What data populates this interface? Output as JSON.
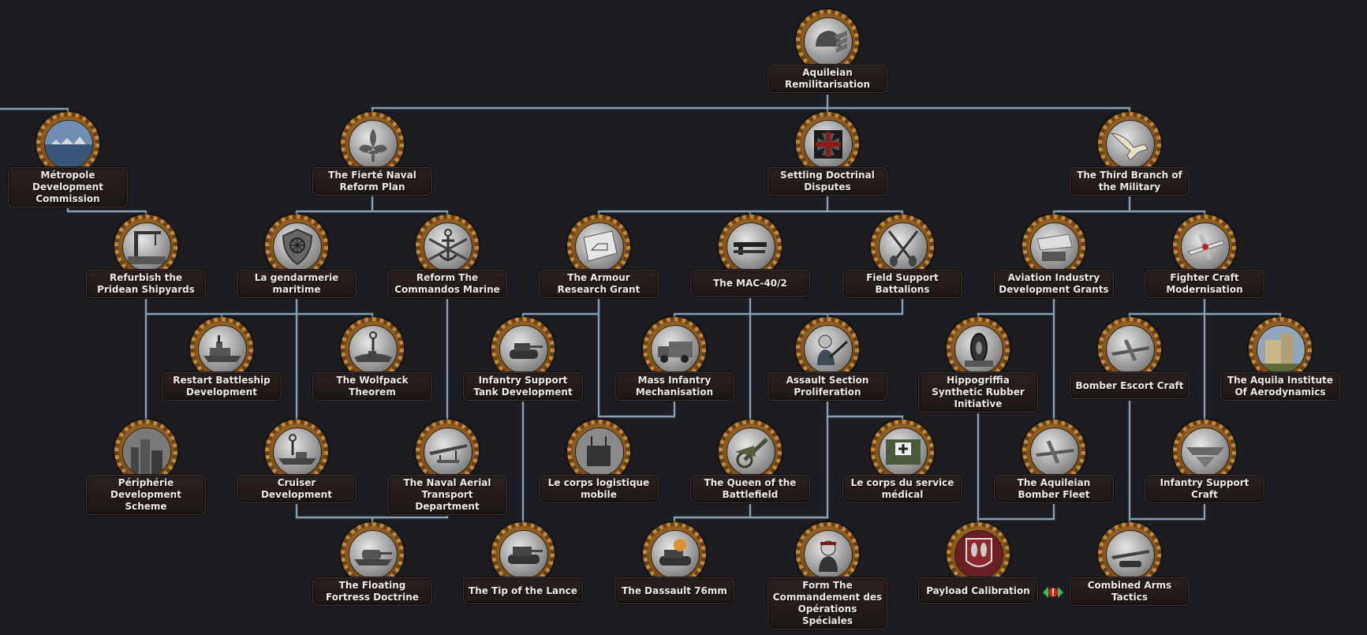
{
  "colors": {
    "background": "#1b1d22",
    "connector": "#8aa0b6",
    "medal_gold": "#c48a3a",
    "label_bg": "#2a2220",
    "label_text": "#f1ece2"
  },
  "foci": [
    {
      "id": "aquileian_remilitarisation",
      "label": "Aquileian Remilitarisation",
      "icon": "helmet-icon"
    },
    {
      "id": "metropole_development",
      "label": "Métropole Development Commission",
      "icon": "harbor-city-icon"
    },
    {
      "id": "fierte_naval_reform",
      "label": "The Fierté Naval Reform Plan",
      "icon": "fleur-de-lis-icon"
    },
    {
      "id": "settling_doctrinal",
      "label": "Settling Doctrinal Disputes",
      "icon": "iron-cross-icon"
    },
    {
      "id": "third_branch",
      "label": "The Third Branch of the Military",
      "icon": "eagle-icon"
    },
    {
      "id": "refurbish_pridean",
      "label": "Refurbish the Pridean Shipyards",
      "icon": "crane-icon"
    },
    {
      "id": "gendarmerie",
      "label": "La gendarmerie maritime",
      "icon": "shield-wheel-icon"
    },
    {
      "id": "reform_commandos",
      "label": "Reform The Commandos Marine",
      "icon": "anchor-rifles-icon"
    },
    {
      "id": "armour_research",
      "label": "The Armour Research Grant",
      "icon": "blueprint-icon"
    },
    {
      "id": "mac_40",
      "label": "The MAC-40/2",
      "icon": "machine-gun-icon"
    },
    {
      "id": "field_support",
      "label": "Field Support Battalions",
      "icon": "shovels-icon"
    },
    {
      "id": "aviation_grants",
      "label": "Aviation Industry Development Grants",
      "icon": "factory-icon"
    },
    {
      "id": "fighter_modern",
      "label": "Fighter Craft Modernisation",
      "icon": "fighter-plane-icon"
    },
    {
      "id": "restart_battleship",
      "label": "Restart Battleship Development",
      "icon": "battleship-icon"
    },
    {
      "id": "wolfpack",
      "label": "The Wolfpack Theorem",
      "icon": "submarine-icon"
    },
    {
      "id": "infantry_tank",
      "label": "Infantry Support Tank Development",
      "icon": "tank-icon"
    },
    {
      "id": "mass_mech",
      "label": "Mass Infantry Mechanisation",
      "icon": "truck-icon"
    },
    {
      "id": "assault_section",
      "label": "Assault Section Proliferation",
      "icon": "soldier-icon"
    },
    {
      "id": "hippogriffia",
      "label": "Hippogriffia Synthetic Rubber Initiative",
      "icon": "tire-icon"
    },
    {
      "id": "bomber_escort",
      "label": "Bomber Escort Craft",
      "icon": "escort-plane-icon"
    },
    {
      "id": "aquila_institute",
      "label": "The Aquila Institute Of Aerodynamics",
      "icon": "institute-icon"
    },
    {
      "id": "peripherie",
      "label": "Périphérie Development Scheme",
      "icon": "skyline-icon"
    },
    {
      "id": "cruiser",
      "label": "Cruiser Development",
      "icon": "cruiser-icon"
    },
    {
      "id": "naval_aerial",
      "label": "The Naval Aerial Transport Department",
      "icon": "seaplane-icon"
    },
    {
      "id": "corps_logistique",
      "label": "Le corps logistique mobile",
      "icon": "radio-truck-icon"
    },
    {
      "id": "queen_battlefield",
      "label": "The Queen of the Battlefield",
      "icon": "artillery-icon"
    },
    {
      "id": "corps_medical",
      "label": "Le corps du service médical",
      "icon": "medical-icon"
    },
    {
      "id": "aquileian_bomber",
      "label": "The Aquileian Bomber Fleet",
      "icon": "bomber-icon"
    },
    {
      "id": "infantry_craft",
      "label": "Infantry Support Craft",
      "icon": "wing-badge-icon"
    },
    {
      "id": "floating_fortress",
      "label": "The Floating Fortress Doctrine",
      "icon": "fortress-ship-icon"
    },
    {
      "id": "tip_lance",
      "label": "The Tip of the Lance",
      "icon": "heavy-tank-icon"
    },
    {
      "id": "dassault",
      "label": "The Dassault 76mm",
      "icon": "exploding-tank-icon"
    },
    {
      "id": "commandement",
      "label": "Form The Commandement des Opérations Spéciales",
      "icon": "commando-icon"
    },
    {
      "id": "payload",
      "label": "Payload Calibration",
      "icon": "bombs-icon"
    },
    {
      "id": "combined_arms",
      "label": "Combined Arms Tactics",
      "icon": "combined-plane-icon"
    }
  ],
  "exclusive_marker": {
    "icon": "mutually-exclusive-icon"
  }
}
